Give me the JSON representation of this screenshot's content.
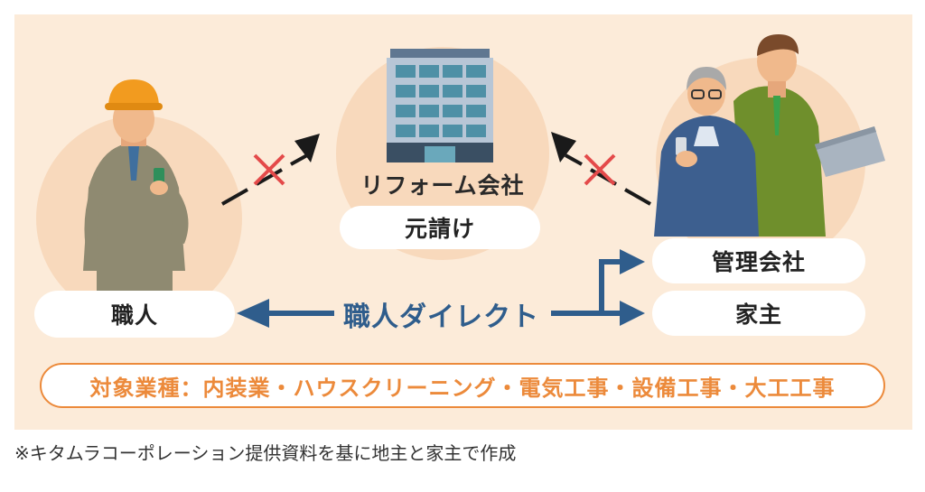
{
  "nodes": {
    "craftsman": "職人",
    "reform_company": "リフォーム会社",
    "prime_contractor": "元請け",
    "management_company": "管理会社",
    "homeowner": "家主"
  },
  "direct_label": "職人ダイレクト",
  "industries": "対象業種：内装業・ハウスクリーニング・電気工事・設備工事・大工工事",
  "footnote": "※キタムラコーポレーション提供資料を基に地主と家主で作成",
  "colors": {
    "background": "#fcebd9",
    "circle": "#f8d9bc",
    "arrow_blue": "#2f5d8c",
    "cross_red": "#e44a4a",
    "accent_orange": "#ec8a3b"
  }
}
